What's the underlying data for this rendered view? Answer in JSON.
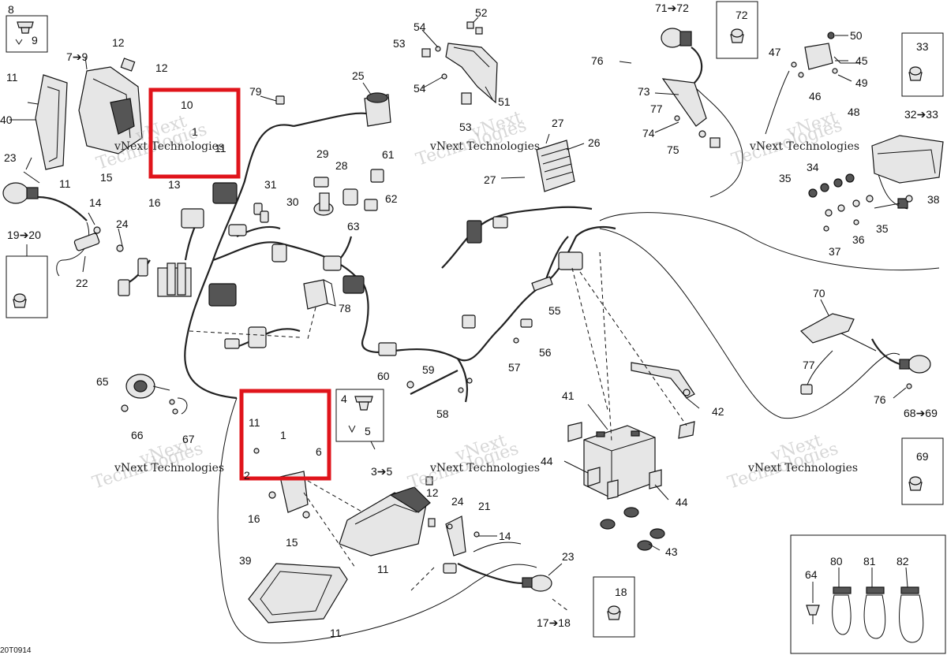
{
  "colors": {
    "highlight": "#e0141b",
    "ink": "#111111",
    "watermark": "#b8b8b8"
  },
  "drawing_code": "20T0914",
  "watermark": {
    "line1": "vNext Technologies",
    "big_a": "vNext",
    "big_b": "Technologies"
  },
  "callouts": {
    "c8": "8",
    "c9": "9",
    "c7to9": "7➔9",
    "c12a": "12",
    "c12b": "12",
    "c11a": "11",
    "c40": "40",
    "c10": "10",
    "c1a": "1",
    "c11b": "11",
    "c13": "13",
    "c15a": "15",
    "c11c": "11",
    "c16a": "16",
    "c23a": "23",
    "c14a": "14",
    "c24a": "24",
    "c19to20": "19➔20",
    "c20": "20",
    "c22": "22",
    "c79": "79",
    "c25": "25",
    "c29": "29",
    "c28": "28",
    "c31": "31",
    "c30": "30",
    "c61": "61",
    "c62": "62",
    "c63": "63",
    "c78": "78",
    "c65": "65",
    "c66": "66",
    "c67": "67",
    "c54a": "54",
    "c53": "53",
    "c52": "52",
    "c54b": "54",
    "c51": "51",
    "c53b": "53",
    "c27a": "27",
    "c26": "26",
    "c27b": "27",
    "c55": "55",
    "c56": "56",
    "c57": "57",
    "c60": "60",
    "c59": "59",
    "c58": "58",
    "c71to72": "71➔72",
    "c72": "72",
    "c76a": "76",
    "c73": "73",
    "c77a": "77",
    "c74": "74",
    "c75": "75",
    "c47": "47",
    "c50": "50",
    "c45": "45",
    "c49": "49",
    "c46": "46",
    "c48": "48",
    "c33": "33",
    "c32to33": "32➔33",
    "c34": "34",
    "c35a": "35",
    "c35b": "35",
    "c36": "36",
    "c37": "37",
    "c38": "38",
    "c70": "70",
    "c77b": "77",
    "c76b": "76",
    "c68to69": "68➔69",
    "c69": "69",
    "c4": "4",
    "c5": "5",
    "c3to5": "3➔5",
    "c11d": "11",
    "c1b": "1",
    "c6": "6",
    "c2": "2",
    "c16b": "16",
    "c15b": "15",
    "c12c": "12",
    "c24b": "24",
    "c21": "21",
    "c14b": "14",
    "c11e": "11",
    "c23b": "23",
    "c39": "39",
    "c11f": "11",
    "c17to18": "17➔18",
    "c18": "18",
    "c41": "41",
    "c42": "42",
    "c44a": "44",
    "c44b": "44",
    "c43": "43",
    "c64": "64",
    "c80": "80",
    "c81": "81",
    "c82": "82"
  }
}
